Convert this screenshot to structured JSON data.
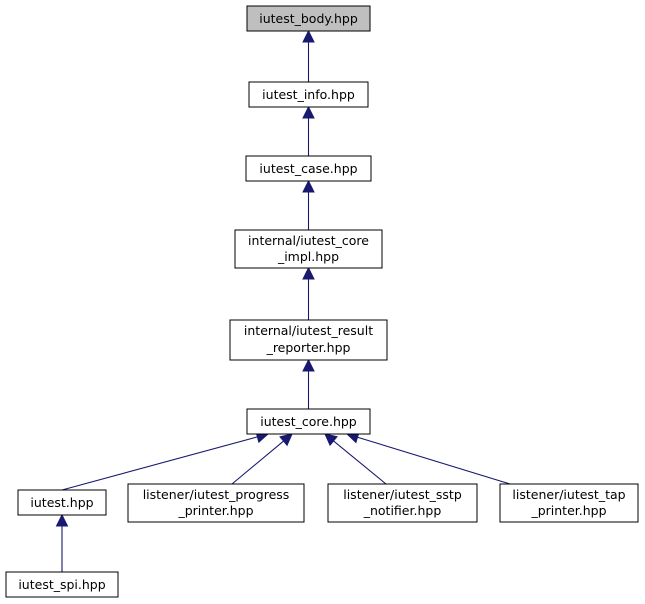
{
  "diagram": {
    "colors": {
      "edge": "#191970",
      "node_fill": "#ffffff",
      "highlight_fill": "#bfbfbf",
      "node_border": "#000000"
    },
    "nodes": [
      {
        "id": "body",
        "lines": [
          "iutest_body.hpp"
        ],
        "highlight": true
      },
      {
        "id": "info",
        "lines": [
          "iutest_info.hpp"
        ]
      },
      {
        "id": "case",
        "lines": [
          "iutest_case.hpp"
        ]
      },
      {
        "id": "core_impl",
        "lines": [
          "internal/iutest_core",
          "_impl.hpp"
        ]
      },
      {
        "id": "result_reporter",
        "lines": [
          "internal/iutest_result",
          "_reporter.hpp"
        ]
      },
      {
        "id": "core",
        "lines": [
          "iutest_core.hpp"
        ]
      },
      {
        "id": "iutest",
        "lines": [
          "iutest.hpp"
        ]
      },
      {
        "id": "progress_printer",
        "lines": [
          "listener/iutest_progress",
          "_printer.hpp"
        ]
      },
      {
        "id": "sstp_notifier",
        "lines": [
          "listener/iutest_sstp",
          "_notifier.hpp"
        ]
      },
      {
        "id": "tap_printer",
        "lines": [
          "listener/iutest_tap",
          "_printer.hpp"
        ]
      },
      {
        "id": "spi",
        "lines": [
          "iutest_spi.hpp"
        ]
      }
    ],
    "edges": [
      {
        "from": "info",
        "to": "body"
      },
      {
        "from": "case",
        "to": "info"
      },
      {
        "from": "core_impl",
        "to": "case"
      },
      {
        "from": "result_reporter",
        "to": "core_impl"
      },
      {
        "from": "core",
        "to": "result_reporter"
      },
      {
        "from": "iutest",
        "to": "core"
      },
      {
        "from": "progress_printer",
        "to": "core"
      },
      {
        "from": "sstp_notifier",
        "to": "core"
      },
      {
        "from": "tap_printer",
        "to": "core"
      },
      {
        "from": "spi",
        "to": "iutest"
      }
    ]
  }
}
